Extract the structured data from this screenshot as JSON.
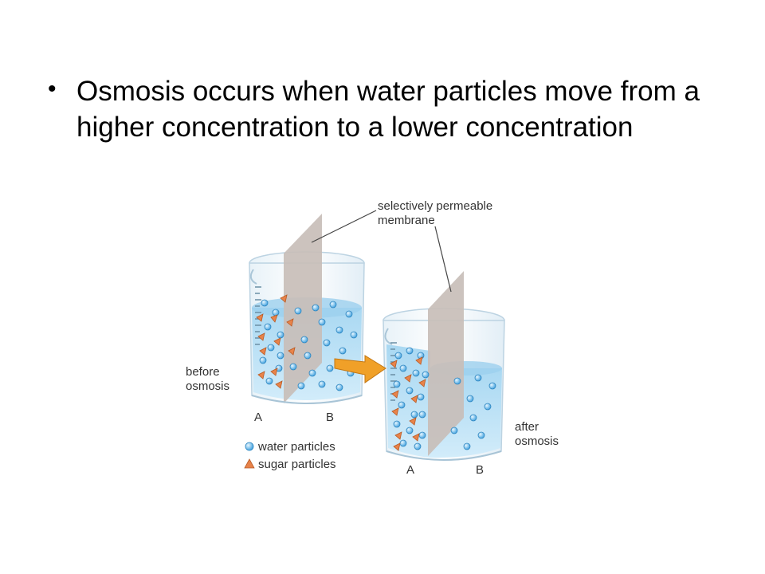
{
  "slide": {
    "bullet": "Osmosis occurs when water particles move from a higher concentration to a lower concentration"
  },
  "diagram": {
    "membrane_label_line1": "selectively permeable",
    "membrane_label_line2": "membrane",
    "before_label_line1": "before",
    "before_label_line2": "osmosis",
    "after_label_line1": "after",
    "after_label_line2": "osmosis",
    "before_side_a": "A",
    "before_side_b": "B",
    "after_side_a": "A",
    "after_side_b": "B",
    "legend_water": "water particles",
    "legend_sugar": "sugar particles",
    "colors": {
      "water_fill": "#bfe3f7",
      "water_particle": "#5fb8ea",
      "sugar_particle": "#e8834a",
      "membrane": "#c8beb8",
      "arrow": "#f0a028"
    }
  }
}
